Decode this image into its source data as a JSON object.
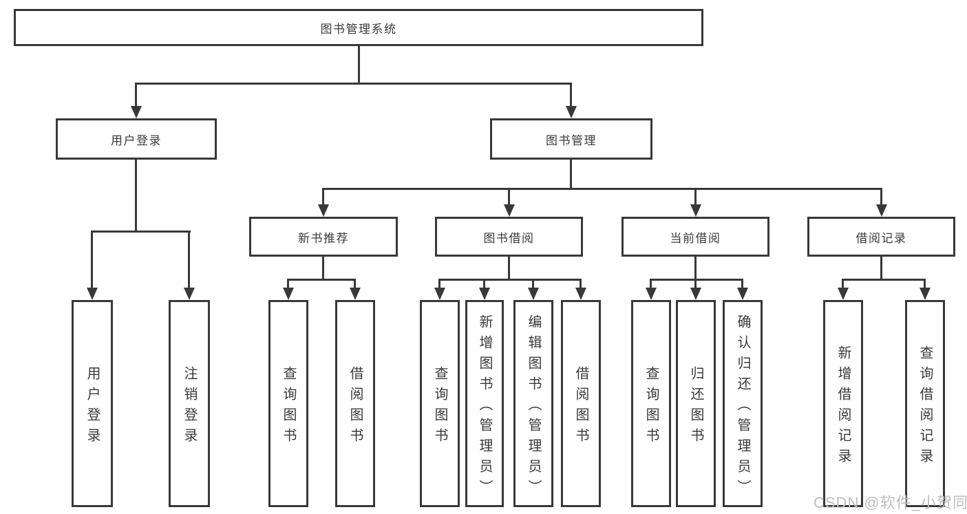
{
  "colors": {
    "line": "#383838",
    "text": "#3a3a3a",
    "watermark": "#bdbdbd",
    "background": "#ffffff"
  },
  "tree": {
    "root": {
      "label": "图书管理系统"
    },
    "branches": [
      {
        "label": "用户登录",
        "children": [
          {
            "label": "用户登录"
          },
          {
            "label": "注销登录"
          }
        ]
      },
      {
        "label": "图书管理",
        "groups": [
          {
            "label": "新书推荐",
            "children": [
              {
                "label": "查询图书"
              },
              {
                "label": "借阅图书"
              }
            ]
          },
          {
            "label": "图书借阅",
            "children": [
              {
                "label": "查询图书"
              },
              {
                "label": "新增图书（管理员）"
              },
              {
                "label": "编辑图书（管理员）"
              },
              {
                "label": "借阅图书"
              }
            ]
          },
          {
            "label": "当前借阅",
            "children": [
              {
                "label": "查询图书"
              },
              {
                "label": "归还图书"
              },
              {
                "label": "确认归还（管理员）"
              }
            ]
          },
          {
            "label": "借阅记录",
            "children": [
              {
                "label": "新增借阅记录"
              },
              {
                "label": "查询借阅记录"
              }
            ]
          }
        ]
      }
    ]
  },
  "watermark": {
    "label": "CSDN @软件_小贺同学"
  }
}
